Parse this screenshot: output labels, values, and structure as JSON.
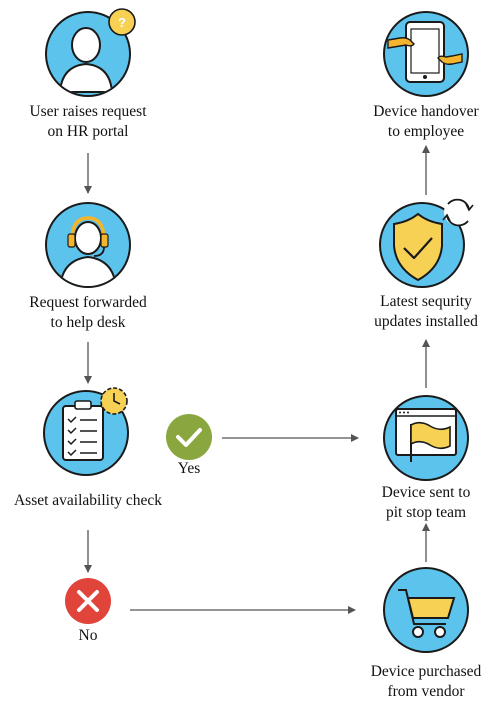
{
  "nodes": {
    "user_request": {
      "line1": "User raises request",
      "line2": "on HR portal",
      "icon": "user-question-icon"
    },
    "help_desk": {
      "line1": "Request forwarded",
      "line2": "to help desk",
      "icon": "headset-agent-icon"
    },
    "asset_check": {
      "line1": "Asset availability check",
      "icon": "clipboard-clock-icon"
    },
    "purchased": {
      "line1": "Device purchased",
      "line2": "from vendor",
      "icon": "shopping-cart-icon"
    },
    "pit_stop": {
      "line1": "Device sent to",
      "line2": "pit stop team",
      "icon": "monitor-flag-icon"
    },
    "security": {
      "line1": "Latest sequrity",
      "line2": "updates installed",
      "icon": "shield-refresh-icon"
    },
    "handover": {
      "line1": "Device handover",
      "line2": "to employee",
      "icon": "tablet-handover-icon"
    }
  },
  "decisions": {
    "yes": {
      "label": "Yes",
      "icon": "check-circle-icon"
    },
    "no": {
      "label": "No",
      "icon": "x-circle-icon"
    }
  },
  "colors": {
    "circle_fill": "#5cc3ec",
    "circle_stroke": "#1a1a1a",
    "accent_yellow": "#f7d154",
    "yes_green": "#8aa63f",
    "no_red": "#e0443a",
    "arrow": "#555555"
  }
}
